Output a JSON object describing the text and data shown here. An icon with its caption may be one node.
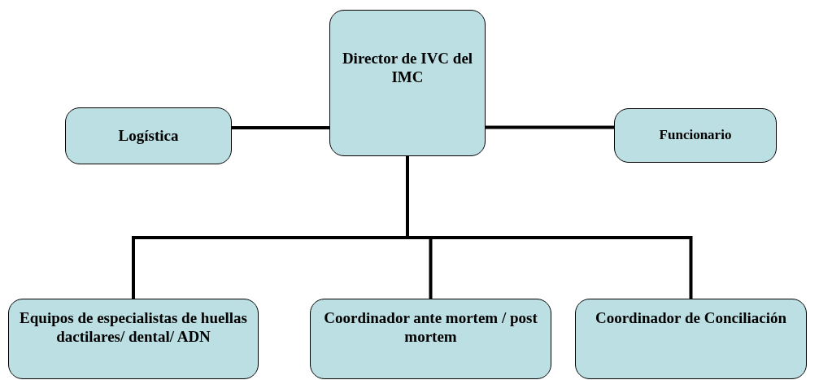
{
  "diagram": {
    "nodes": [
      {
        "text": [
          "Director de IVC del IMC"
        ]
      },
      {
        "text": [
          "Logística"
        ]
      },
      {
        "text": [
          "Funcionario"
        ]
      },
      {
        "text": [
          "Equipos de especialistas de huellas dactilares/ dental/ ADN"
        ]
      },
      {
        "text": [
          "Coordinador ante mortem / post mortem"
        ]
      },
      {
        "text": [
          "Coordinador de Conciliación"
        ]
      }
    ],
    "edges": [
      {
        "from": 0,
        "to": 1,
        "arrow": "none"
      },
      {
        "from": 0,
        "to": 2,
        "arrow": "none"
      },
      {
        "from": 0,
        "to": 3,
        "arrow": "none"
      },
      {
        "from": 0,
        "to": 4,
        "arrow": "none"
      },
      {
        "from": 0,
        "to": 5,
        "arrow": "none"
      }
    ]
  }
}
